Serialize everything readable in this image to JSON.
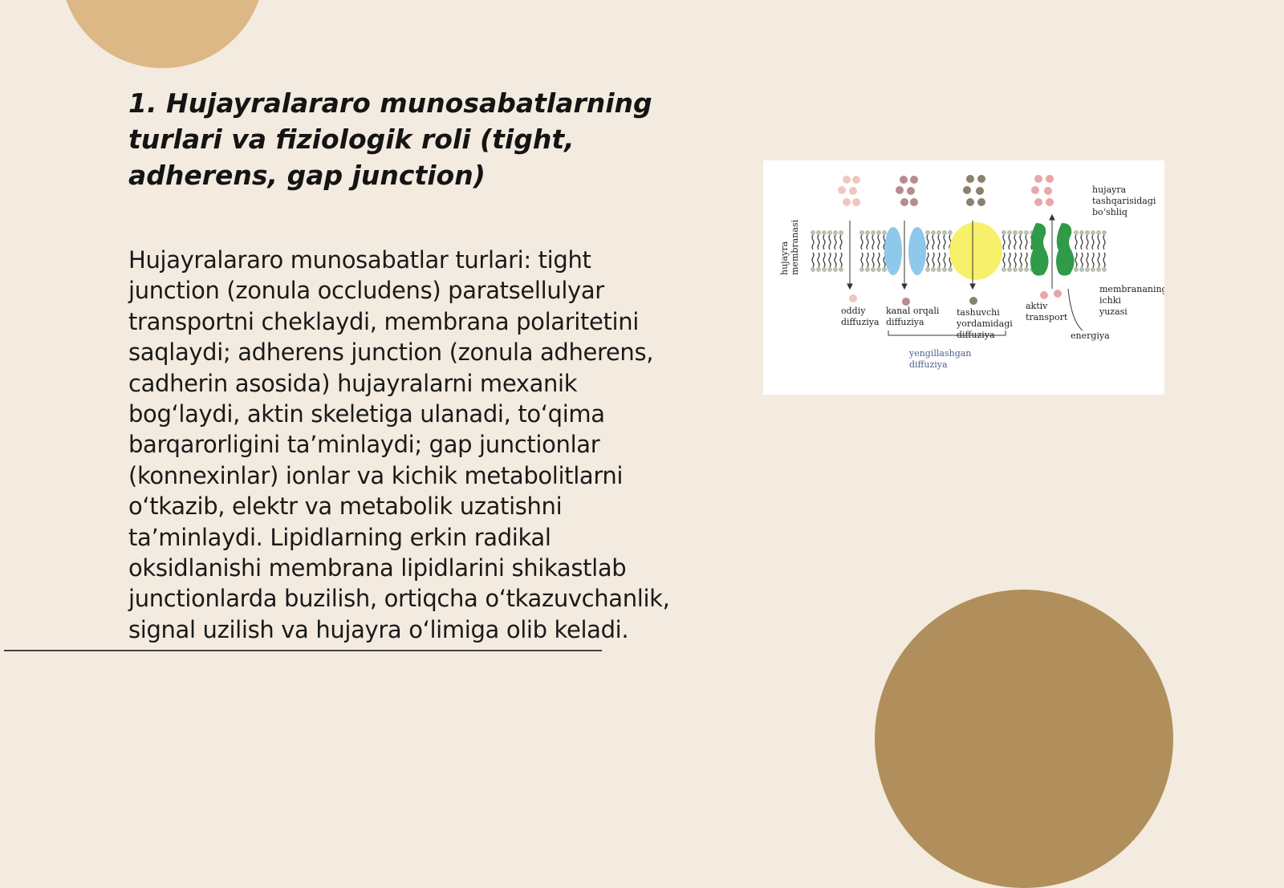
{
  "slide": {
    "title": "1. Hujayralararo munosabatlarning turlari va fiziologik roli (tight, adherens, gap junction)",
    "body": "Hujayralararo munosabatlar turlari: tight junction (zonula occludens) paratsellulyar transportni cheklaydi, membrana polaritetini saqlaydi; adherens junction (zonula adherens, cadherin asosida) hujayralarni mexanik bog‘laydi, aktin skeletiga ulanadi, to‘qima barqarorligini ta’minlaydi; gap junctionlar (konnexinlar) ionlar va kichik metabolitlarni o‘tkazib, elektr va metabolik uzatishni ta’minlaydi. Lipidlarning erkin radikal oksidlanishi membrana lipidlarini shikastlab junctionlarda buzilish, ortiqcha o‘tkazuvchanlik, signal uzilish va hujayra o‘limiga olib keladi."
  },
  "figure": {
    "side_label_1": "hujayra",
    "side_label_2": "membranasi",
    "outer_label_1": "hujayra",
    "outer_label_2": "tashqarisidagi",
    "outer_label_3": "bo‘shliq",
    "inner_label_1": "membrananing",
    "inner_label_2": "ichki",
    "inner_label_3": "yuzasi",
    "simple_1": "oddiy",
    "simple_2": "diffuziya",
    "channel_1": "kanal orqali",
    "channel_2": "diffuziya",
    "carrier_1": "tashuvchi",
    "carrier_2": "yordamidagi",
    "carrier_3": "diffuziya",
    "active_1": "aktiv",
    "active_2": "transport",
    "energy": "energiya",
    "facilitated_1": "yengillashgan",
    "facilitated_2": "diffuziya",
    "colors": {
      "channel": "#8ec8ea",
      "carrier": "#f7f06a",
      "pump": "#2f9a48",
      "lipid_head": "#b9c2b0"
    }
  }
}
